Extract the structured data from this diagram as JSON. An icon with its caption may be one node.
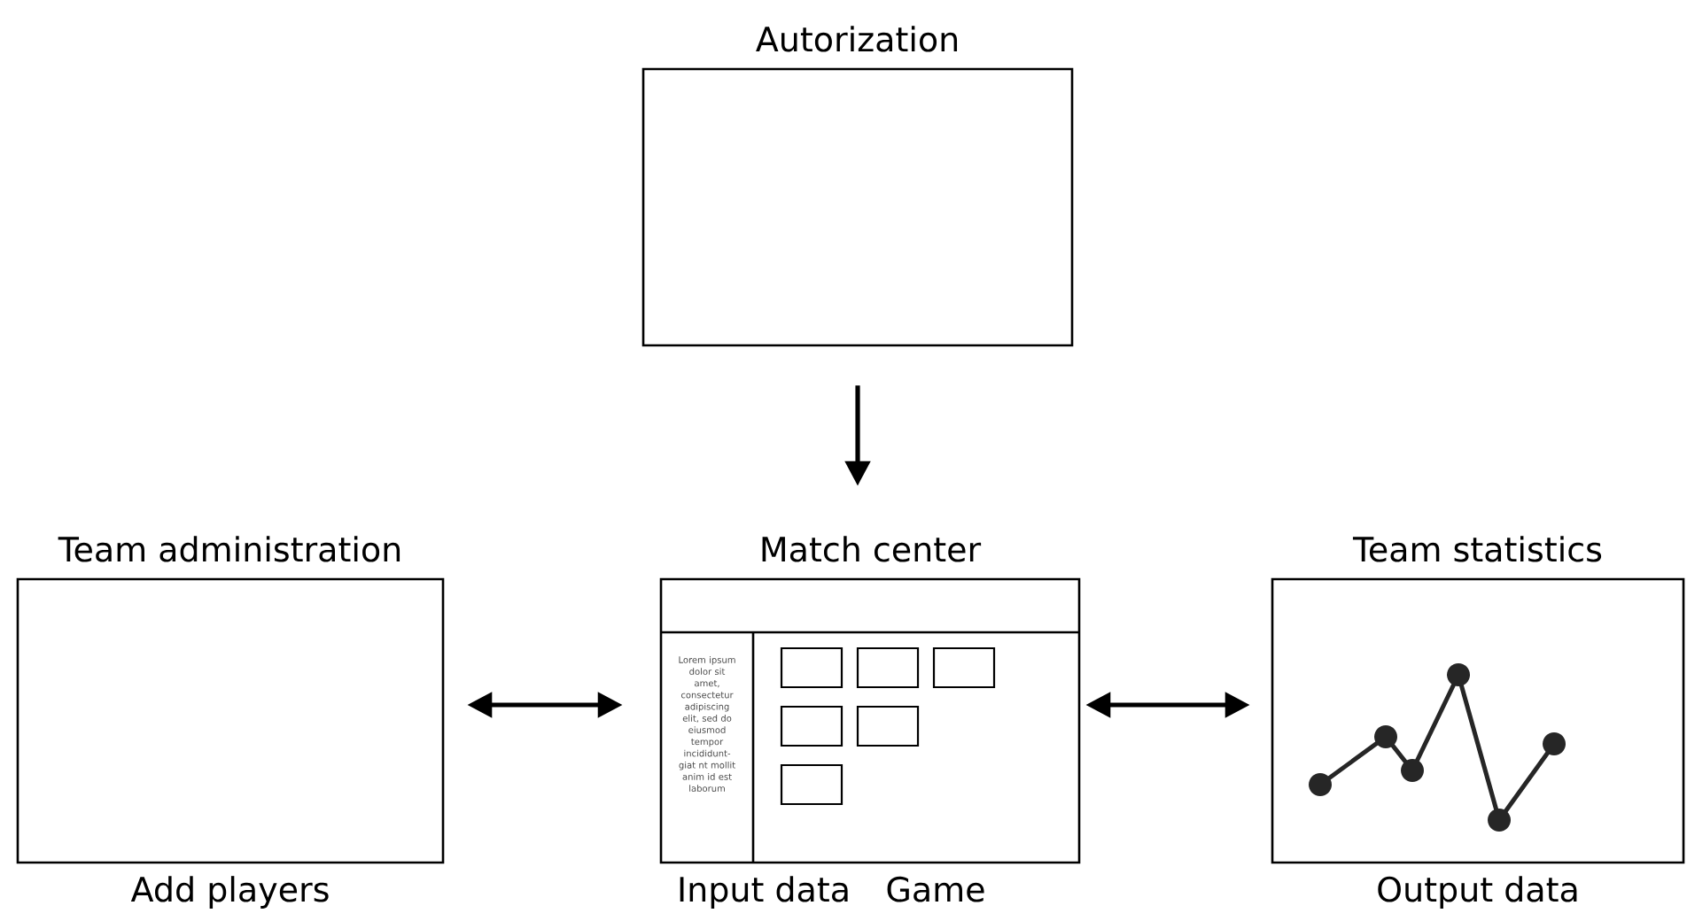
{
  "diagram": {
    "nodes": [
      {
        "text": [
          "Autorization"
        ]
      },
      {
        "text": [
          "Team administration"
        ],
        "beside": [
          "Add players"
        ]
      },
      {
        "text": [
          "Match center",
          "Lorem ipsum dolor sit amet, consectetur adipiscing elit, sed do eiusmod tempor incididunt- giat nt mollit anim id est laborum"
        ],
        "beside": [
          "Input data",
          "Game"
        ]
      },
      {
        "text": [
          "Team statistics"
        ],
        "beside": [
          "Output data"
        ]
      }
    ],
    "edges": [
      {
        "from": 0,
        "to": 2,
        "arrow": "to"
      },
      {
        "from": 1,
        "to": 2,
        "arrow": "both"
      },
      {
        "from": 2,
        "to": 3,
        "arrow": "both"
      }
    ]
  }
}
